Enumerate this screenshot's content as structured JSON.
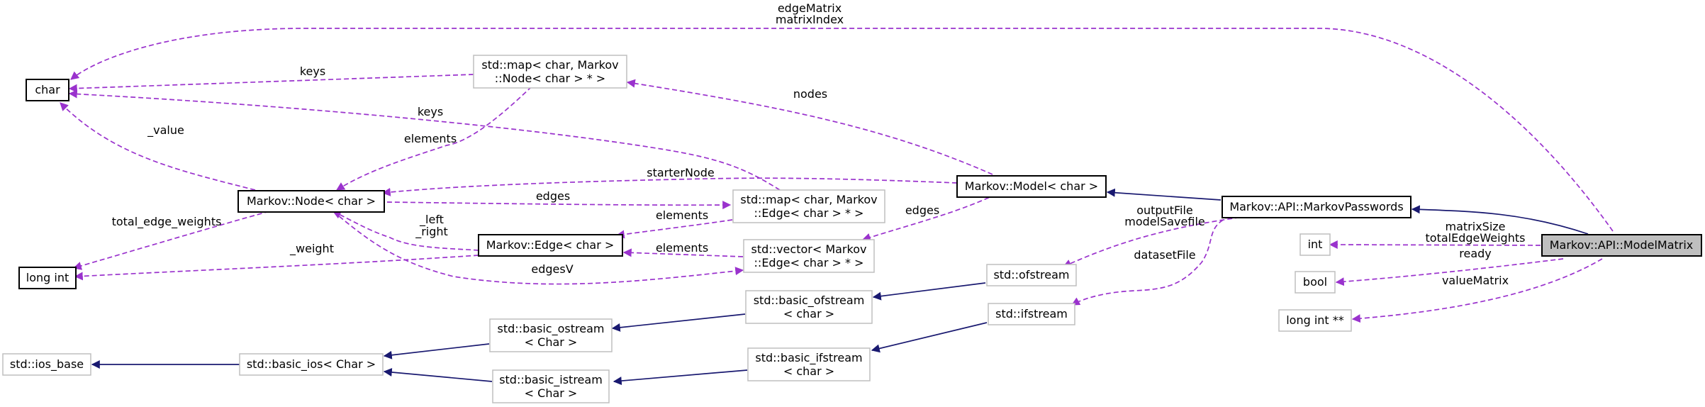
{
  "nodes": {
    "char": "char",
    "map_node": [
      "std::map< char, Markov",
      "::Node< char > * >"
    ],
    "node": "Markov::Node< char >",
    "long_int": "long int",
    "edge": "Markov::Edge< char >",
    "map_edge": [
      "std::map< char, Markov",
      "::Edge< char > * >"
    ],
    "vector_edge": [
      "std::vector< Markov",
      "::Edge< char > * >"
    ],
    "model": "Markov::Model< char >",
    "markov_passwords": "Markov::API::MarkovPasswords",
    "model_matrix": "Markov::API::ModelMatrix",
    "int": "int",
    "bool": "bool",
    "long_int_pp": "long int **",
    "ofstream": "std::ofstream",
    "ifstream": "std::ifstream",
    "basic_ofstream": [
      "std::basic_ofstream",
      "< char >"
    ],
    "basic_ifstream": [
      "std::basic_ifstream",
      "< char >"
    ],
    "basic_ostream": [
      "std::basic_ostream",
      "< Char >"
    ],
    "basic_istream": [
      "std::basic_istream",
      "< Char >"
    ],
    "basic_ios": "std::basic_ios< Char >",
    "ios_base": "std::ios_base"
  },
  "edge_labels": {
    "edge_matrix": [
      "edgeMatrix",
      "matrixIndex"
    ],
    "keys_map_node": "keys",
    "keys_map_edge": "keys",
    "value": "_value",
    "elements_map_node": "elements",
    "nodes": "nodes",
    "starter_node": "starterNode",
    "edges_node": "edges",
    "total_edge_weights": "total_edge_weights",
    "left_right": [
      "_left",
      "_right"
    ],
    "weight": "_weight",
    "elements_map_edge": "elements",
    "elements_vector": "elements",
    "edges_model": "edges",
    "edges_v": "edgesV",
    "output_file": [
      "outputFile",
      "modelSavefile"
    ],
    "dataset_file": "datasetFile",
    "matrix_size": [
      "matrixSize",
      "totalEdgeWeights"
    ],
    "ready": "ready",
    "value_matrix": "valueMatrix"
  },
  "colors": {
    "inheritance": "#191970",
    "usage": "#9a32cd",
    "focus_fill": "#bfbfbf",
    "grey_border": "#bfbfbf"
  }
}
